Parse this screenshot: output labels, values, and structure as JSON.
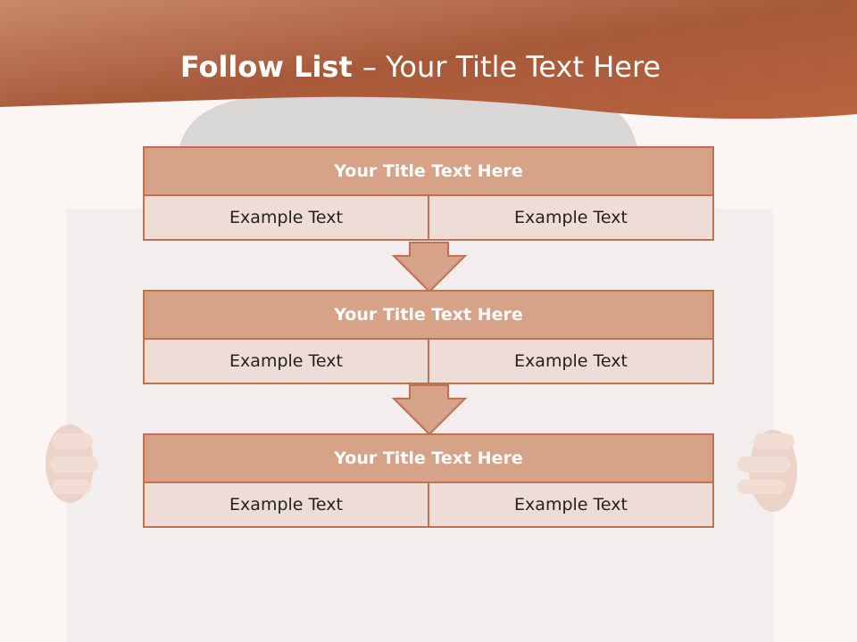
{
  "slide": {
    "title_bold": "Follow List ",
    "title_rest": " – Your Title Text Here"
  },
  "colors": {
    "header": "#b9633e",
    "title_row": "#d6a388",
    "cell": "#eedcd6",
    "border": "#c2704e"
  },
  "blocks": [
    {
      "title": "Your Title Text Here",
      "left": "Example Text",
      "right": "Example Text"
    },
    {
      "title": "Your Title Text Here",
      "left": "Example Text",
      "right": "Example Text"
    },
    {
      "title": "Your Title Text Here",
      "left": "Example Text",
      "right": "Example Text"
    }
  ]
}
